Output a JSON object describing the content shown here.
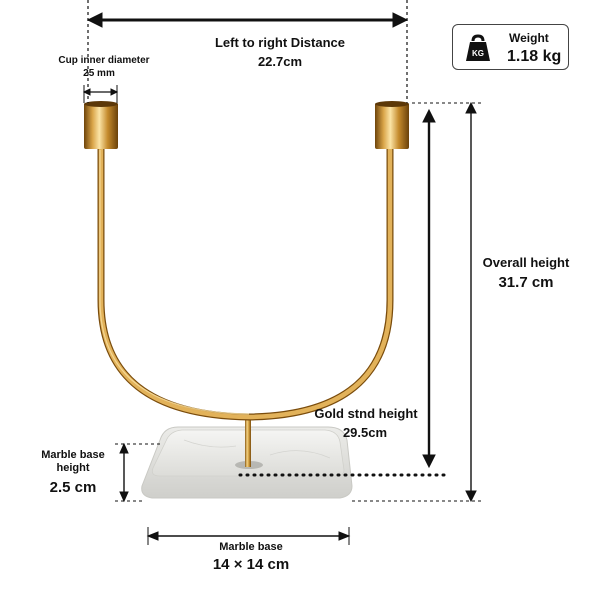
{
  "dimensions": {
    "width_label": "Left to right Distance",
    "width_value": "22.7cm",
    "cup_label": "Cup inner diameter",
    "cup_value": "25 mm",
    "overall_label": "Overall height",
    "overall_value": "31.7 cm",
    "stand_label": "Gold stnd height",
    "stand_value": "29.5cm",
    "base_height_label_line1": "Marble base",
    "base_height_label_line2": "height",
    "base_height_value": "2.5 cm",
    "base_label": "Marble base",
    "base_value": "14 × 14 cm"
  },
  "weight": {
    "icon": "kettlebell-icon",
    "icon_text": "KG",
    "title": "Weight",
    "value": "1.18 kg"
  },
  "colors": {
    "gold": "#c8952e",
    "gold_light": "#f3d285",
    "marble": "#eeeeec",
    "line": "#111111"
  }
}
